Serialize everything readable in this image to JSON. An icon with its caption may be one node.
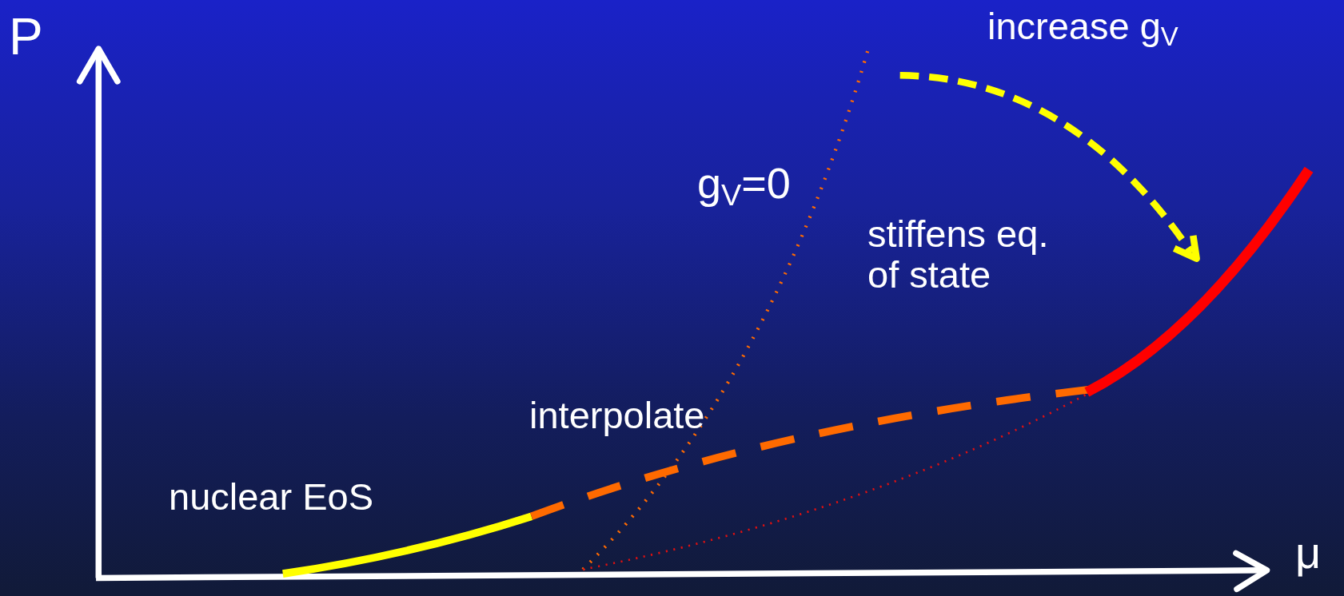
{
  "diagram": {
    "labels": [
      "P",
      "increase g$_{V}$",
      "g$_{V}$=0",
      "stiffens eq. of state",
      "interpolate",
      "nuclear EoS",
      "μ"
    ]
  }
}
